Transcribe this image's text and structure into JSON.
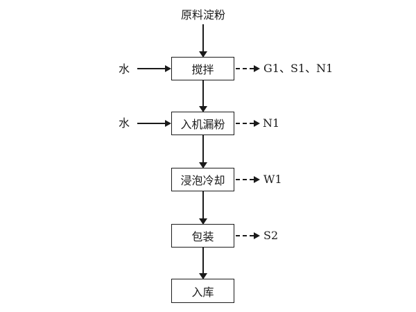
{
  "colors": {
    "line": "#1a1a1a",
    "background": "#ffffff"
  },
  "diagram": {
    "type": "process-flowchart",
    "source_label": "原料淀粉",
    "nodes": [
      {
        "label": "搅拌"
      },
      {
        "label": "入机漏粉"
      },
      {
        "label": "浸泡冷却"
      },
      {
        "label": "包装"
      },
      {
        "label": "入库"
      }
    ],
    "inputs": [
      {
        "label": "水",
        "target": "搅拌"
      },
      {
        "label": "水",
        "target": "入机漏粉"
      }
    ],
    "outputs": [
      {
        "label": "G1、S1、N1",
        "source": "搅拌"
      },
      {
        "label": "N1",
        "source": "入机漏粉"
      },
      {
        "label": "W1",
        "source": "浸泡冷却"
      },
      {
        "label": "S2",
        "source": "包装"
      }
    ]
  }
}
